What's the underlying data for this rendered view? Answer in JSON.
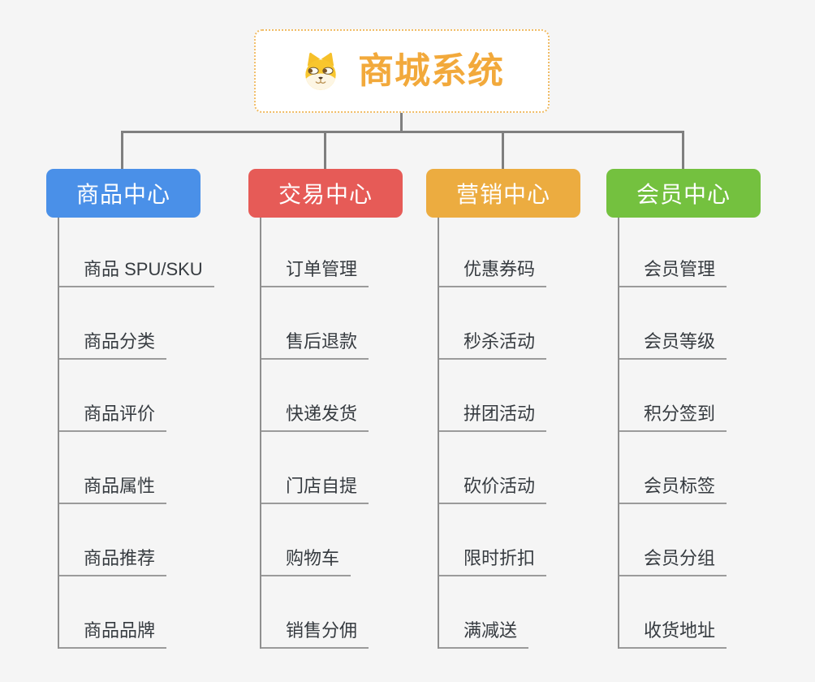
{
  "root": {
    "title": "商城系统",
    "icon": "shiba-dog-icon",
    "title_color": "#f2a93b",
    "border_color": "#f0bc66"
  },
  "connector_color": "#7f7f7f",
  "branches": [
    {
      "label": "商品中心",
      "color": "#4a90e8",
      "items": [
        "商品 SPU/SKU",
        "商品分类",
        "商品评价",
        "商品属性",
        "商品推荐",
        "商品品牌"
      ]
    },
    {
      "label": "交易中心",
      "color": "#e65b57",
      "items": [
        "订单管理",
        "售后退款",
        "快递发货",
        "门店自提",
        "购物车",
        "销售分佣"
      ]
    },
    {
      "label": "营销中心",
      "color": "#ecac40",
      "items": [
        "优惠券码",
        "秒杀活动",
        "拼团活动",
        "砍价活动",
        "限时折扣",
        "满减送"
      ]
    },
    {
      "label": "会员中心",
      "color": "#74c13f",
      "items": [
        "会员管理",
        "会员等级",
        "积分签到",
        "会员标签",
        "会员分组",
        "收货地址"
      ]
    }
  ]
}
